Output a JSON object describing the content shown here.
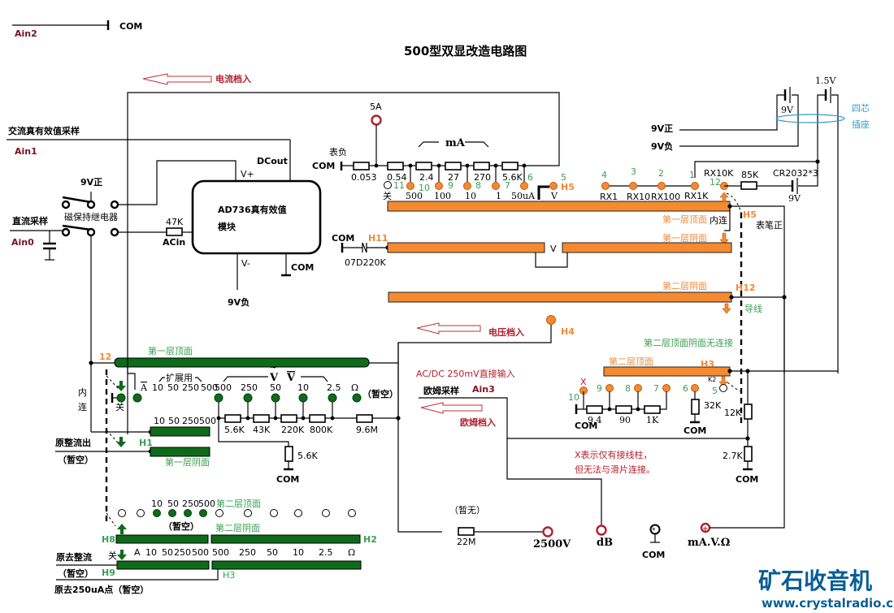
{
  "title": "500型双显改造电路图",
  "top_left": {
    "ain2": "Ain2",
    "com": "COM"
  },
  "arrows": {
    "current_in": "电流档入",
    "voltage_in": "电压档入",
    "ohm_in": "欧姆档入"
  },
  "left": {
    "ac_rms_sample": "交流真有效值采样",
    "ain1": "Ain1",
    "dc_sample": "直流采样",
    "ain0": "Ain0",
    "relay": "磁保持继电器",
    "nine_v_pos": "9V正",
    "inner": "内",
    "connect": "连",
    "off": "关"
  },
  "ad736": {
    "line1": "AD736真有效值",
    "line2": "模块",
    "dcout": "DCout",
    "vplus": "V+",
    "vminus": "V-",
    "acin": "ACin",
    "r47k": "47K",
    "com": "COM",
    "nine_v_neg": "9V负"
  },
  "current_shunt": {
    "five_a": "5A",
    "meter_neg": "表负",
    "com": "COM",
    "ma": "mA",
    "resistors": [
      "0.053",
      "0.54",
      "2.4",
      "27",
      "270",
      "5.6K"
    ],
    "pad_numbers": [
      "11",
      "10",
      "9",
      "8",
      "7",
      "6",
      "5"
    ],
    "pad_labels": [
      "关",
      "500",
      "100",
      "10",
      "1",
      "50uA",
      "V"
    ],
    "h5": "H5"
  },
  "ohm_section": {
    "nine_v_pos": "9V正",
    "nine_v_neg": "9V负",
    "nine_v": "9V",
    "one_five_v": "1.5V",
    "socket_1": "四芯",
    "socket_2": "插座",
    "pad_numbers": [
      "4",
      "3",
      "2",
      "1",
      "12"
    ],
    "pad_labels": [
      "RX1",
      "RX10",
      "RX100",
      "RX1K",
      "RX10K"
    ],
    "r85k": "85K",
    "cr2032": "CR2032*3",
    "battery_9v": "9V"
  },
  "layer1": {
    "top": "第一层顶面",
    "bottom": "第一层阴面",
    "inner_connect": "内连",
    "h5": "H5",
    "probe_pos": "表笔正",
    "com": "COM",
    "h11": "H11",
    "varistor": "07D220K",
    "v": "V"
  },
  "layer2": {
    "bottom": "第二层阴面",
    "h12": "H12",
    "wire": "导线",
    "h4": "H4",
    "no_connect": "第二层顶面阴面无连接",
    "top": "第二层顶面",
    "h3": "H3",
    "direct_input": "AC/DC 250mV直接输入",
    "ohm_sample": "欧姆采样",
    "ain3": "Ain3",
    "pad_numbers": [
      "10",
      "X",
      "9",
      "8",
      "7",
      "6",
      "5"
    ],
    "resistors": [
      "9.4",
      "90",
      "1K"
    ],
    "r32k": "32K",
    "com": "COM",
    "k2": "K2",
    "r12k": "12K",
    "r2_7k": "2.7K",
    "note_1": "X表示仅有接线柱，",
    "note_2": "但无法与滑片连接。"
  },
  "green_layer1": {
    "label_12": "12",
    "top": "第一层顶面",
    "bottom": "第一层阴面",
    "h1": "H1",
    "a_label": "A",
    "expand": "扩展用",
    "ac_v": "V",
    "dc_v": "V",
    "ohm": "Ω",
    "vacant": "（暂空）",
    "expand_ranges": [
      "10",
      "50",
      "250",
      "500"
    ],
    "voltage_ranges": [
      "500",
      "250",
      "50",
      "10",
      "2.5"
    ],
    "divider": [
      "5.6K",
      "43K",
      "220K",
      "800K",
      "9.6M"
    ],
    "r_com": "5.6K",
    "com": "COM",
    "bar_ranges": [
      "10",
      "50",
      "250",
      "500"
    ],
    "rectifier_out": "原整流出",
    "rectifier_vacant": "（暂空）"
  },
  "green_layer2": {
    "top": "第二层顶面",
    "bottom": "第二层阴面",
    "vacant": "（暂空）",
    "top_ranges": [
      "10",
      "50",
      "250",
      "500"
    ],
    "h8": "H8",
    "h2": "H2",
    "h9": "H9",
    "h3": "H3",
    "off": "关",
    "bottom_labels": [
      "A",
      "10",
      "50",
      "250",
      "500",
      "500",
      "250",
      "50",
      "10",
      "2.5",
      "Ω"
    ],
    "orig_rect": "原去整流",
    "orig_rect_vacant": "（暂空）",
    "orig_250ua": "原去250uA点（暂空）"
  },
  "jacks": {
    "none": "（暂无）",
    "r22m": "22M",
    "j2500v": "2500V",
    "db": "dB",
    "com": "COM",
    "mav": "mA.V.Ω"
  },
  "watermark": {
    "brand": "矿石收音机",
    "url": "www.crystalradio.cn"
  },
  "colors": {
    "orange": "#f58a30",
    "green": "#0d6b1a",
    "red": "#b2202d"
  }
}
